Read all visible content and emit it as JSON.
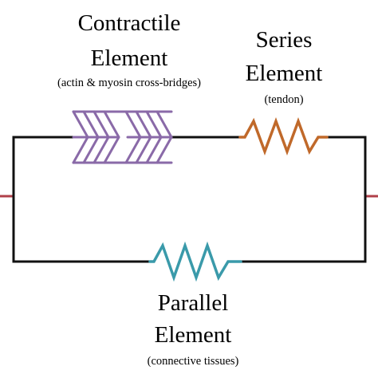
{
  "contractile": {
    "title_line1": "Contractile",
    "title_line2": "Element",
    "subtitle": "(actin & myosin cross-bridges)"
  },
  "series": {
    "title_line1": "Series",
    "title_line2": "Element",
    "subtitle": "(tendon)"
  },
  "parallel": {
    "title_line1": "Parallel",
    "title_line2": "Element",
    "subtitle": "(connective tissues)"
  },
  "colors": {
    "wire": "#111111",
    "terminal": "#b0404a",
    "contractile": "#8a6aa8",
    "series_spring": "#c0692a",
    "parallel_spring": "#3a9aaa"
  }
}
